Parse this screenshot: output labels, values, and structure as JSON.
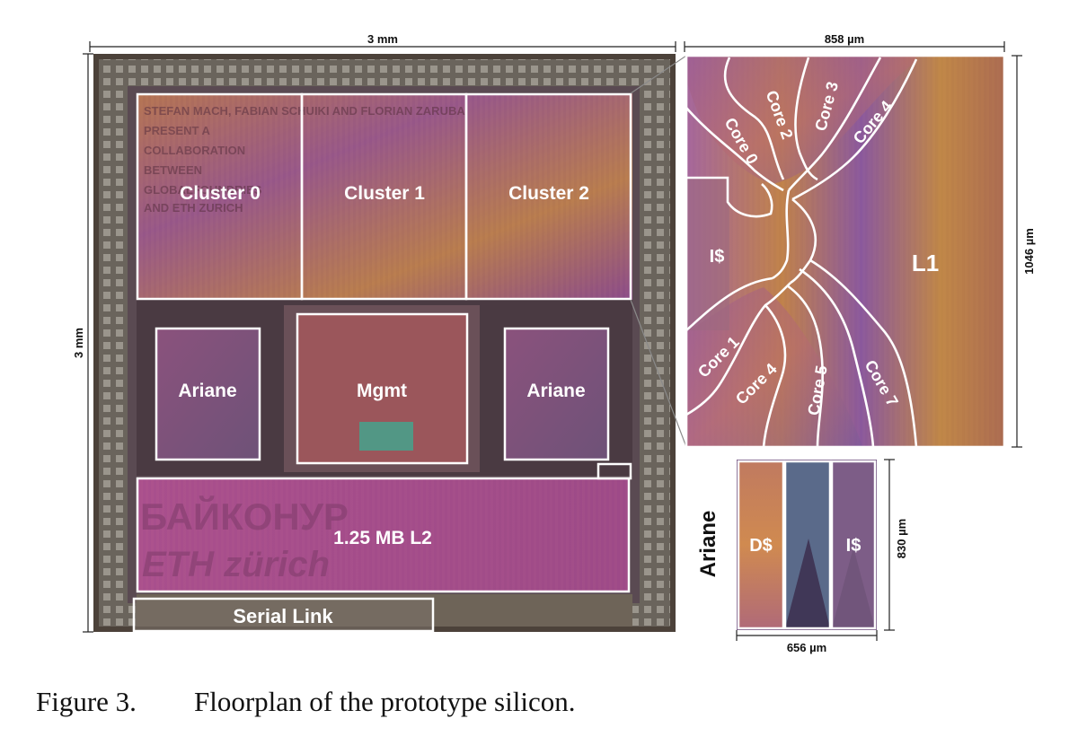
{
  "dimensions": {
    "chip_width": "3 mm",
    "chip_height": "3 mm",
    "cluster_width": "858 µm",
    "cluster_height": "1046 µm",
    "ariane_width": "656 µm",
    "ariane_height": "830 µm"
  },
  "chip_blocks": {
    "cluster0": "Cluster 0",
    "cluster1": "Cluster 1",
    "cluster2": "Cluster 2",
    "ariane_left": "Ariane",
    "mgmt": "Mgmt",
    "ariane_right": "Ariane",
    "l2": "1.25 MB L2",
    "serial_link": "Serial Link"
  },
  "die_watermark": {
    "credits": [
      "STEFAN MACH, FABIAN SCHUIKI AND FLORIAN ZARUBA",
      "PRESENT A",
      "COLLABORATION",
      "BETWEEN",
      "GLOBALFOUNDRIES",
      "AND ETH ZURICH"
    ],
    "cyrillic": "БАЙКОНУР",
    "eth_logo": "ETH zürich"
  },
  "cluster_detail": {
    "cores": [
      "Core 0",
      "Core 2",
      "Core 3",
      "Core 4",
      "Core 1",
      "Core 4",
      "Core 5",
      "Core 7"
    ],
    "icache": "I$",
    "l1": "L1"
  },
  "ariane_detail": {
    "title": "Ariane",
    "dcache": "D$",
    "icache": "I$"
  },
  "caption": {
    "number": "Figure 3.",
    "text": "Floorplan of the prototype silicon."
  },
  "colors": {
    "die_frame": "#5a5048",
    "die_orange": "#c98a3a",
    "die_magenta": "#a0508a",
    "die_purple": "#7a4a8a",
    "l2_magenta": "#b0508e",
    "block_outline": "#ffffff"
  }
}
